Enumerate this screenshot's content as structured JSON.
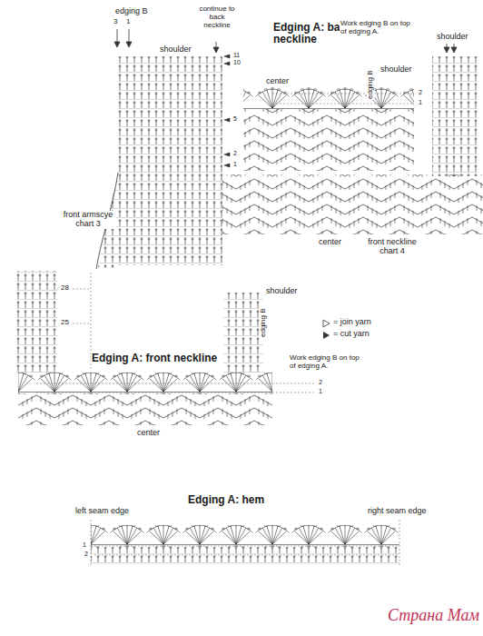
{
  "diagram": {
    "labels": [
      "edging B",
      "3",
      "1",
      "shoulder",
      "continue to back neckline",
      "11",
      "10",
      "5",
      "2",
      "1",
      "Edging A: back neckline",
      "center",
      "Work edging B on top of edging A.",
      "shoulder",
      "edging B",
      "2",
      "1",
      "shoulder",
      "center",
      "front neckline chart 4",
      "front armscye chart 3",
      "28",
      "25",
      "shoulder",
      "edging B",
      "Edging A: front neckline",
      "Work edging B on top of edging A.",
      "2",
      "1",
      "center",
      "Edging A: hem",
      "left seam edge",
      "right seam edge",
      "1",
      "2",
      "Страна Мам"
    ],
    "legend": [
      {
        "text": "= join yarn"
      },
      {
        "text": "= cut yarn"
      }
    ]
  }
}
